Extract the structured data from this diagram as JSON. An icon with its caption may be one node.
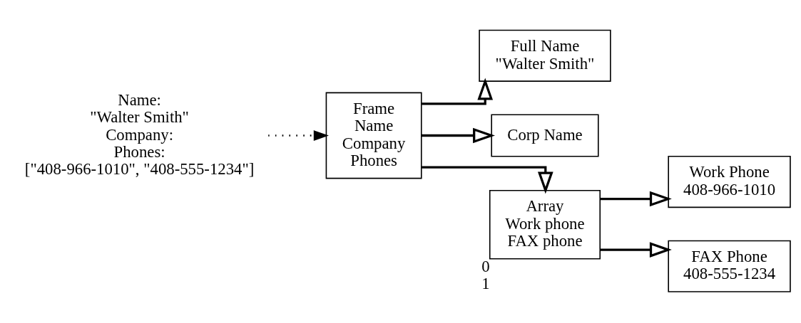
{
  "diagram": {
    "nodes": [
      {
        "text": [
          "Name:",
          "\"Walter Smith\"",
          "Company:",
          "Phones:",
          "[\"408-966-1010\", \"408-555-1234\"]"
        ]
      },
      {
        "text": [
          "Frame",
          "Name",
          "Company",
          "Phones"
        ]
      },
      {
        "text": [
          "Full Name",
          "\"Walter Smith\""
        ]
      },
      {
        "text": [
          "Corp Name"
        ]
      },
      {
        "text": [
          "Array",
          "Work phone",
          "FAX phone"
        ],
        "beside": [
          "0",
          "1"
        ]
      },
      {
        "text": [
          "Work Phone",
          "408-966-1010"
        ]
      },
      {
        "text": [
          "FAX Phone",
          "408-555-1234"
        ]
      }
    ],
    "edges": [
      {
        "from": 0,
        "to": 1,
        "arrow": "to",
        "style": "dashed"
      },
      {
        "from": 1,
        "to": 2,
        "arrow": "to"
      },
      {
        "from": 1,
        "to": 3,
        "arrow": "to"
      },
      {
        "from": 1,
        "to": 4,
        "arrow": "to"
      },
      {
        "from": 4,
        "to": 5,
        "arrow": "to"
      },
      {
        "from": 4,
        "to": 6,
        "arrow": "to"
      }
    ]
  }
}
